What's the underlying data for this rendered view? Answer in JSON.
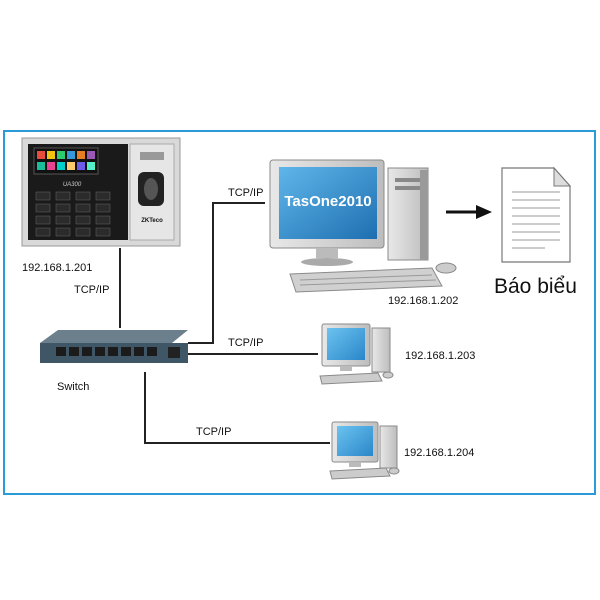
{
  "device": {
    "ip": "192.168.1.201",
    "protocol": "TCP/IP",
    "model": "UA300",
    "brand": "ZKTeco"
  },
  "switch": {
    "label": "Switch"
  },
  "links": {
    "to_main": "TCP/IP",
    "to_pc2": "TCP/IP",
    "to_pc3": "TCP/IP"
  },
  "main_pc": {
    "screen_text": "TasOne2010",
    "ip": "192.168.1.202"
  },
  "report": {
    "label": "Báo biểu"
  },
  "pc2": {
    "ip": "192.168.1.203"
  },
  "pc3": {
    "ip": "192.168.1.204"
  },
  "colors": {
    "frame": "#2a9ad8",
    "screen": "#2c8fd0",
    "switch": "#3f5666"
  }
}
